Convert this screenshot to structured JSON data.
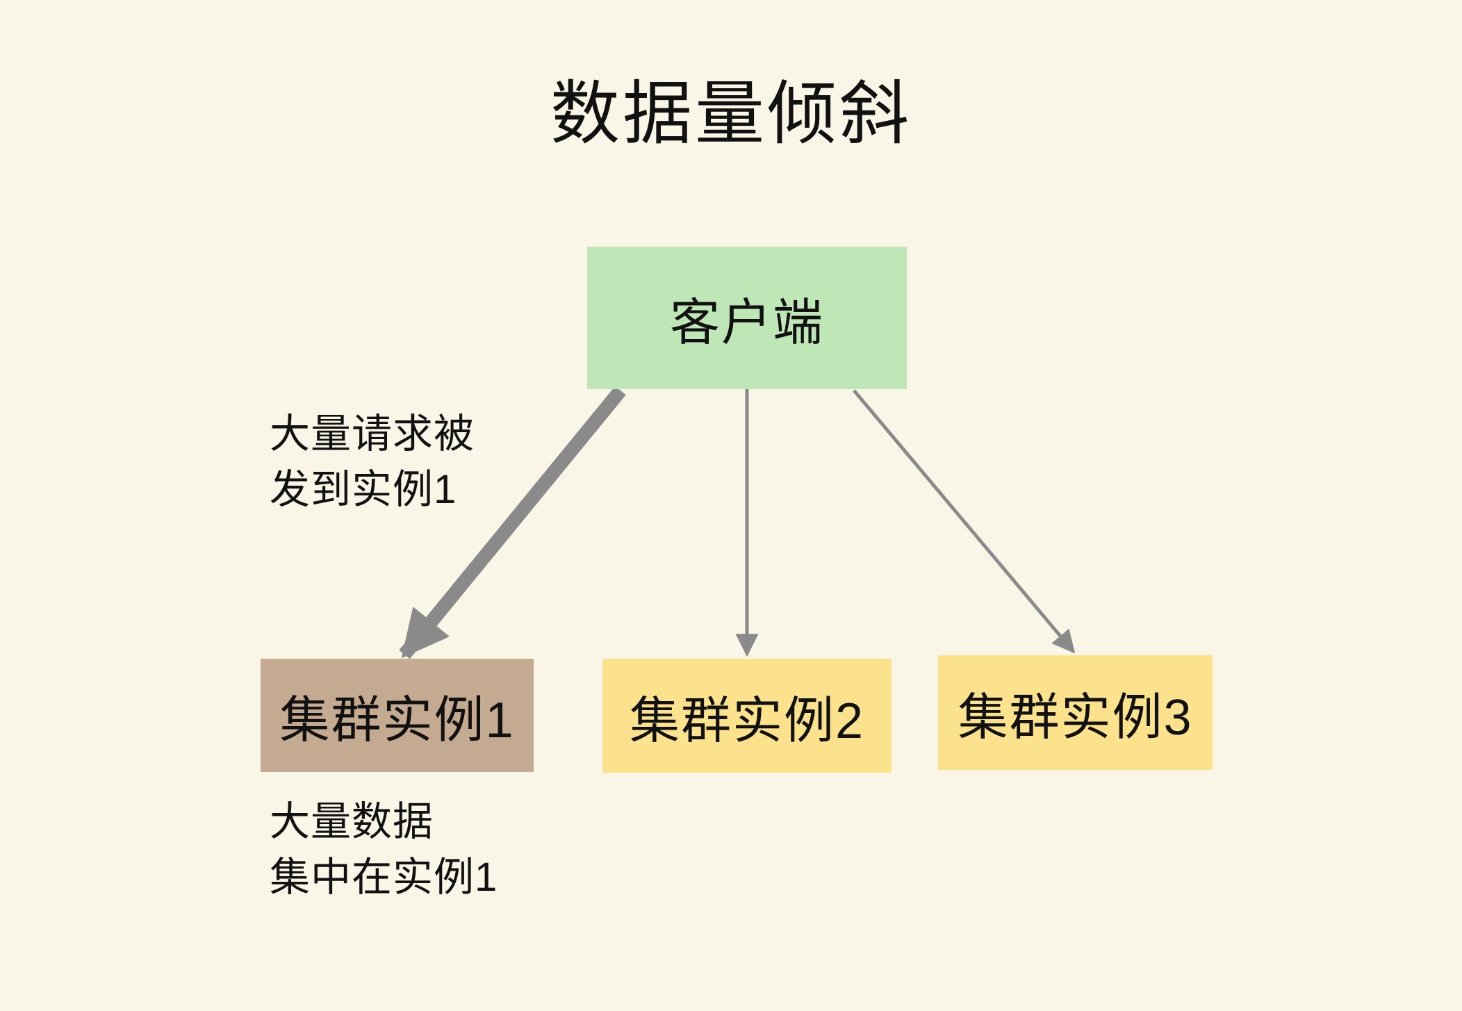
{
  "title": "数据量倾斜",
  "nodes": {
    "client": {
      "label": "客户端"
    },
    "instance1": {
      "label": "集群实例1"
    },
    "instance2": {
      "label": "集群实例2"
    },
    "instance3": {
      "label": "集群实例3"
    }
  },
  "annotations": {
    "heavy_requests": {
      "line1": "大量请求被",
      "line2": "发到实例1"
    },
    "heavy_data": {
      "line1": "大量数据",
      "line2": "集中在实例1"
    }
  },
  "colors": {
    "background": "#f9f6e7",
    "client_box": "#bfe6b7",
    "instance1_box": "#c4aa90",
    "instance2_box": "#fce28c",
    "instance3_box": "#fce28c",
    "arrow": "#8a8a8a",
    "text": "#111111"
  }
}
